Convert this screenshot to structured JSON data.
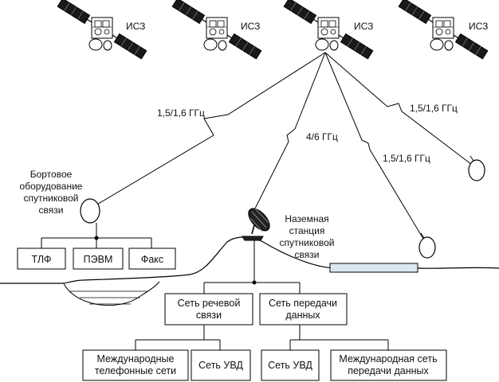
{
  "satellites": [
    {
      "label": "ИСЗ"
    },
    {
      "label": "ИСЗ"
    },
    {
      "label": "ИСЗ"
    },
    {
      "label": "ИСЗ"
    }
  ],
  "links": {
    "onboard_freq": "1,5/1,6 ГГц",
    "ground_freq": "4/6 ГГц",
    "mobile_freq_1": "1,5/1,6 ГГц",
    "mobile_freq_2": "1,5/1,6 ГГц"
  },
  "onboard": {
    "caption": [
      "Бортовое",
      "оборудование",
      "спутниковой",
      "связи"
    ],
    "devices": [
      "ТЛФ",
      "ПЭВМ",
      "Факс"
    ]
  },
  "ground_station": {
    "caption": [
      "Наземная",
      "станция",
      "спутниковой",
      "связи"
    ]
  },
  "networks": {
    "voice": [
      "Сеть речевой",
      "связи"
    ],
    "data": [
      "Сеть передачи",
      "данных"
    ],
    "intl_phone": [
      "Международные",
      "телефонные сети"
    ],
    "uvd_1": "Сеть УВД",
    "uvd_2": "Сеть УВД",
    "intl_data": [
      "Международная сеть",
      "передачи данных"
    ]
  }
}
